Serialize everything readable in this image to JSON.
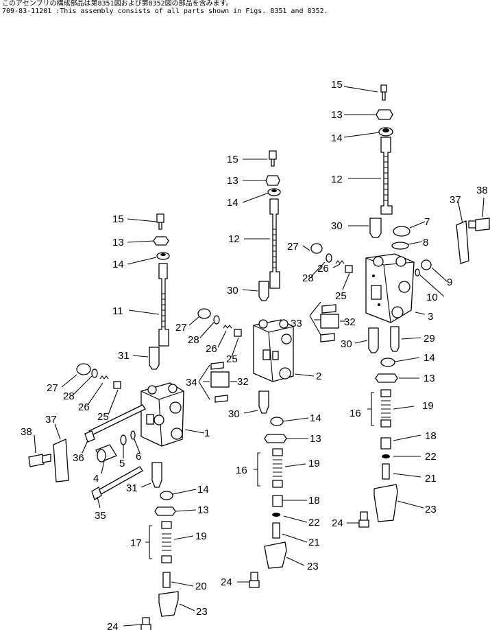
{
  "header": {
    "line1": "このアセンブリの構成部品は第8351図および第8352図の部品を含みます。",
    "line2": "709-83-11201 :This assembly consists of all parts shown in Figs. 8351 and 8352."
  },
  "labels": {
    "l15": "15",
    "l13": "13",
    "l14": "14",
    "l12": "12",
    "l11": "11",
    "l30": "30",
    "l31": "31",
    "l27": "27",
    "l28": "28",
    "l26": "26",
    "l25": "25",
    "l33": "33",
    "l32": "32",
    "l34": "34",
    "l37": "37",
    "l38": "38",
    "l7": "7",
    "l8": "8",
    "l9": "9",
    "l10": "10",
    "l3": "3",
    "l29": "29",
    "l2": "2",
    "l1": "1",
    "l36": "36",
    "l4": "4",
    "l5": "5",
    "l6": "6",
    "l35": "35",
    "l16": "16",
    "l17": "17",
    "l18": "18",
    "l19": "19",
    "l20": "20",
    "l21": "21",
    "l22": "22",
    "l23": "23",
    "l24": "24"
  }
}
